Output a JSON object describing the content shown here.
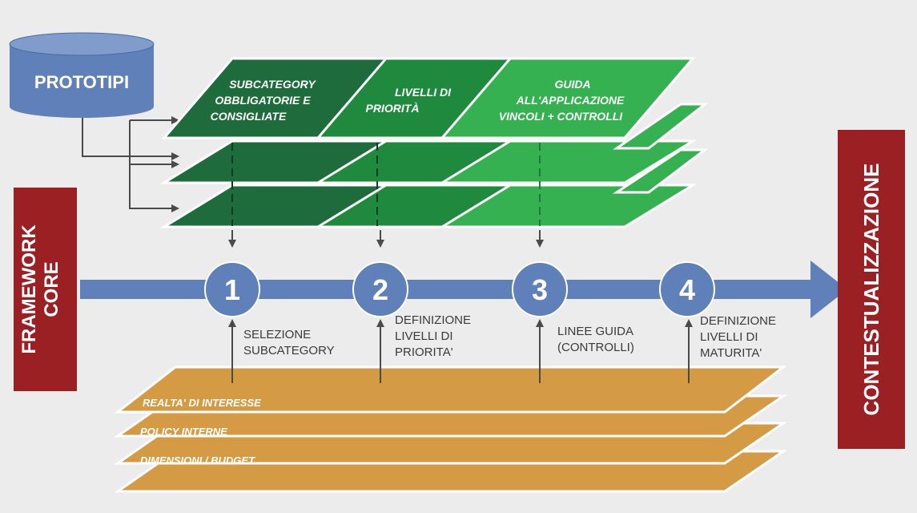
{
  "prototipi": {
    "label": "PROTOTIPI"
  },
  "framework_core": {
    "line1": "FRAMEWORK",
    "line2": "CORE"
  },
  "contestualizzazione": {
    "label": "CONTESTUALIZZAZIONE"
  },
  "layers": {
    "subcategory": {
      "line1": "SUBCATEGORY",
      "line2": "OBBLIGATORIE E",
      "line3": "CONSIGLIATE"
    },
    "livelli": {
      "line1": "LIVELLI DI",
      "line2": "PRIORITÀ"
    },
    "guida": {
      "line1": "GUIDA",
      "line2": "ALL'APPLICAZIONE",
      "line3": "VINCOLI + CONTROLLI"
    }
  },
  "steps": [
    {
      "number": "1",
      "line1": "SELEZIONE",
      "line2": "SUBCATEGORY",
      "line3": ""
    },
    {
      "number": "2",
      "line1": "DEFINIZIONE",
      "line2": "LIVELLI DI",
      "line3": "PRIORITA'"
    },
    {
      "number": "3",
      "line1": "LINEE GUIDA",
      "line2": "(CONTROLLI)",
      "line3": ""
    },
    {
      "number": "4",
      "line1": "DEFINIZIONE",
      "line2": "LIVELLI DI",
      "line3": "MATURITA'"
    }
  ],
  "inputs": [
    {
      "label": "REALTA' DI INTERESSE"
    },
    {
      "label": "POLICY INTERNE"
    },
    {
      "label": "DIMENSIONI / BUDGET"
    },
    {
      "label": "......"
    }
  ],
  "colors": {
    "dark_green": "#1e6b3b",
    "mid_green": "#27a046",
    "light_green": "#35b152",
    "orange": "#d49a44",
    "blue": "#5f80b8",
    "red": "#9a2024",
    "arrow_gray": "#4a4a4a"
  }
}
